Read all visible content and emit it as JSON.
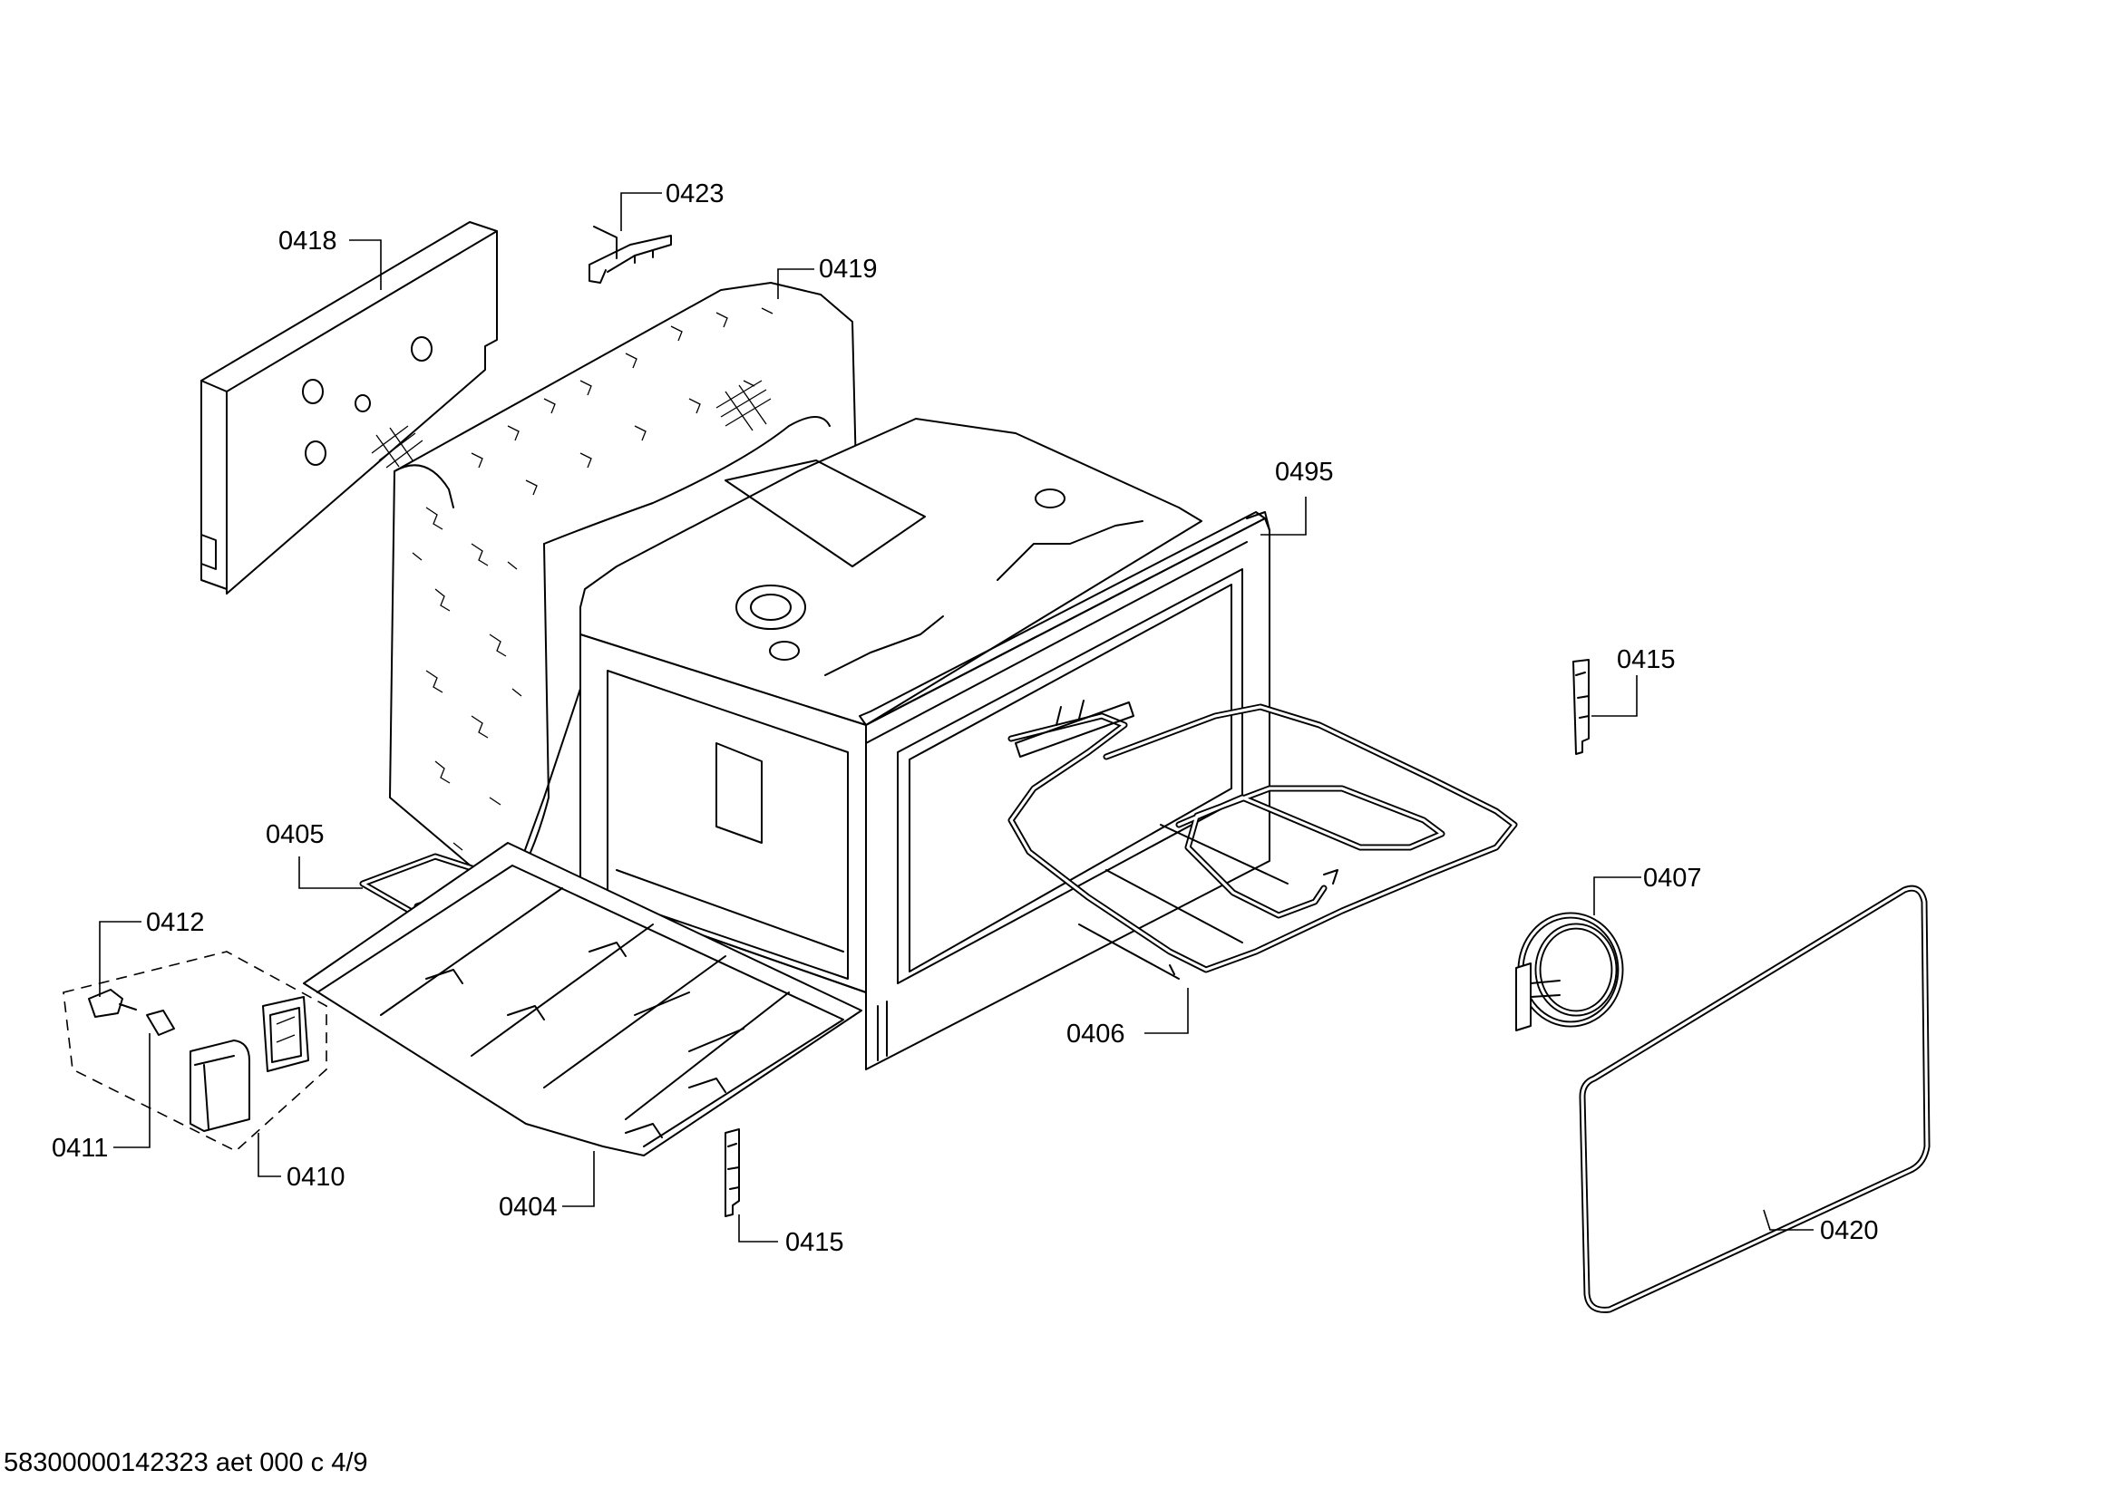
{
  "callouts": {
    "p0418": "0418",
    "p0423": "0423",
    "p0419": "0419",
    "p0495": "0495",
    "p0415_right": "0415",
    "p0405": "0405",
    "p0412": "0412",
    "p0407": "0407",
    "p0406": "0406",
    "p0411": "0411",
    "p0410": "0410",
    "p0404": "0404",
    "p0415_bottom": "0415",
    "p0420": "0420"
  },
  "footer": {
    "document_id": "58300000142323 aet 000 c 4/9"
  }
}
